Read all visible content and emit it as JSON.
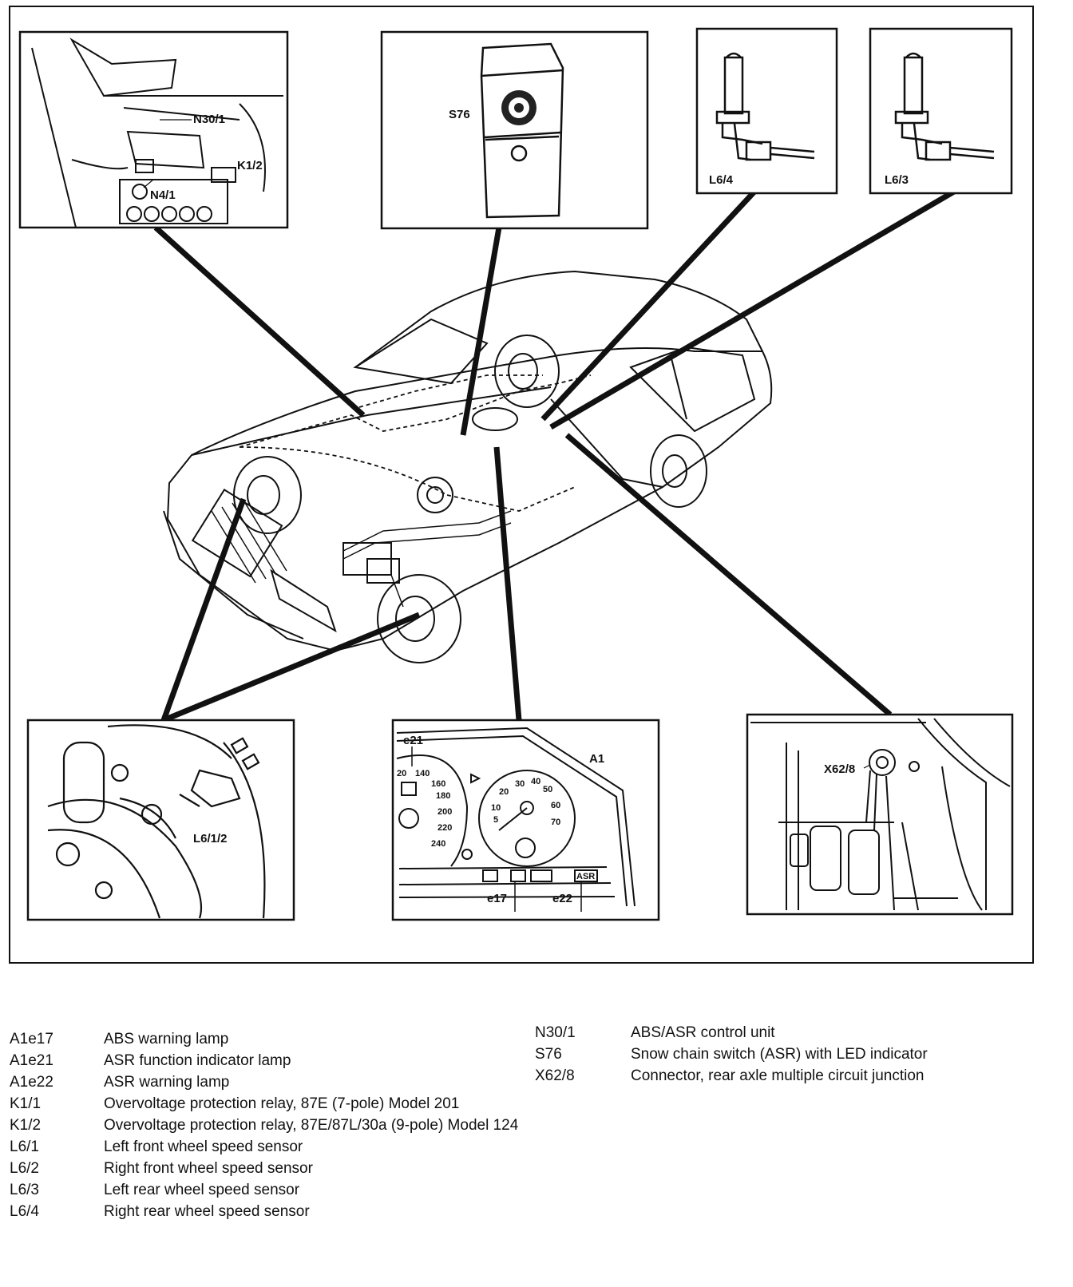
{
  "callouts": {
    "top_left": {
      "n30_1": "N30/1",
      "k1_2": "K1/2",
      "n4_1": "N4/1"
    },
    "top_middle": {
      "s76": "S76"
    },
    "top_right_a": {
      "l6_4": "L6/4"
    },
    "top_right_b": {
      "l6_3": "L6/3"
    },
    "bottom_left": {
      "l6_1_2": "L6/1/2"
    },
    "bottom_middle": {
      "e21": "e21",
      "a1": "A1",
      "e17": "e17",
      "e22": "e22",
      "speedo_ticks": [
        "20",
        "140",
        "160",
        "180",
        "200",
        "220",
        "240"
      ],
      "tacho_ticks": [
        "10",
        "20",
        "30",
        "40",
        "50",
        "60",
        "70",
        "5"
      ],
      "asr_label": "ASR"
    },
    "bottom_right": {
      "x62_8": "X62/8"
    }
  },
  "legend_left": [
    {
      "code": "A1e17",
      "desc": "ABS warning lamp"
    },
    {
      "code": "A1e21",
      "desc": "ASR function indicator lamp"
    },
    {
      "code": "A1e22",
      "desc": "ASR warning lamp"
    },
    {
      "code": "K1/1",
      "desc": "Overvoltage protection relay, 87E (7-pole) Model 201"
    },
    {
      "code": "K1/2",
      "desc": "Overvoltage protection relay, 87E/87L/30a (9-pole) Model 124"
    },
    {
      "code": "L6/1",
      "desc": "Left front wheel speed sensor"
    },
    {
      "code": "L6/2",
      "desc": "Right front wheel speed sensor"
    },
    {
      "code": "L6/3",
      "desc": "Left rear wheel speed sensor"
    },
    {
      "code": "L6/4",
      "desc": "Right rear wheel speed sensor"
    }
  ],
  "legend_right": [
    {
      "code": "N30/1",
      "desc": "ABS/ASR control unit"
    },
    {
      "code": "S76",
      "desc": "Snow chain switch (ASR) with LED indicator"
    },
    {
      "code": "X62/8",
      "desc": "Connector, rear axle multiple circuit junction"
    }
  ]
}
